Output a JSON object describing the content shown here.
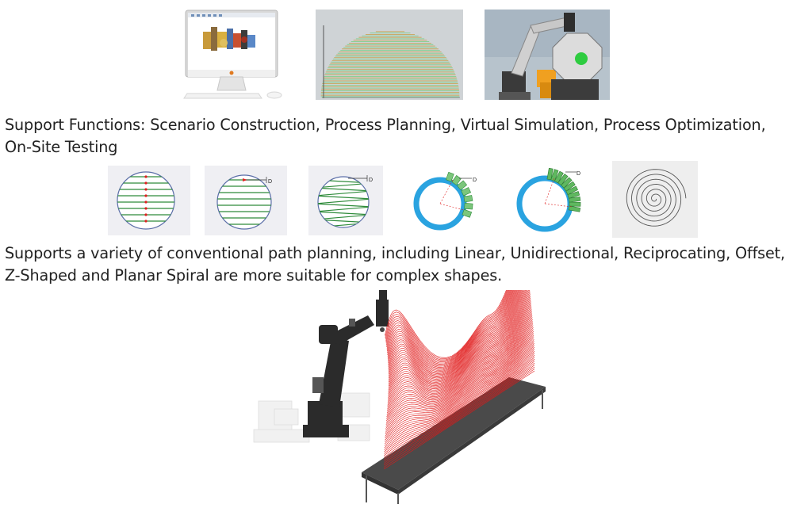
{
  "caption_top": {
    "line1": "Support Functions: Scenario Construction, Process Planning, Virtual Simulation, Process Optimization,",
    "line2": "On-Site Testing"
  },
  "caption_middle": {
    "line1": "Supports a variety of conventional path planning, including Linear, Unidirectional, Reciprocating, Offset,",
    "line2": "Z-Shaped and Planar Spiral are more suitable for complex shapes."
  },
  "diagram_labels": {
    "d": "D"
  },
  "colors": {
    "path_green": "#2e8b3a",
    "path_red": "#e02020",
    "ring_blue": "#2aa3e0",
    "wireframe_red": "#e01818",
    "robot_dark": "#2b2b2b",
    "robot_orange": "#f0a020",
    "target_green": "#2ecc40"
  }
}
